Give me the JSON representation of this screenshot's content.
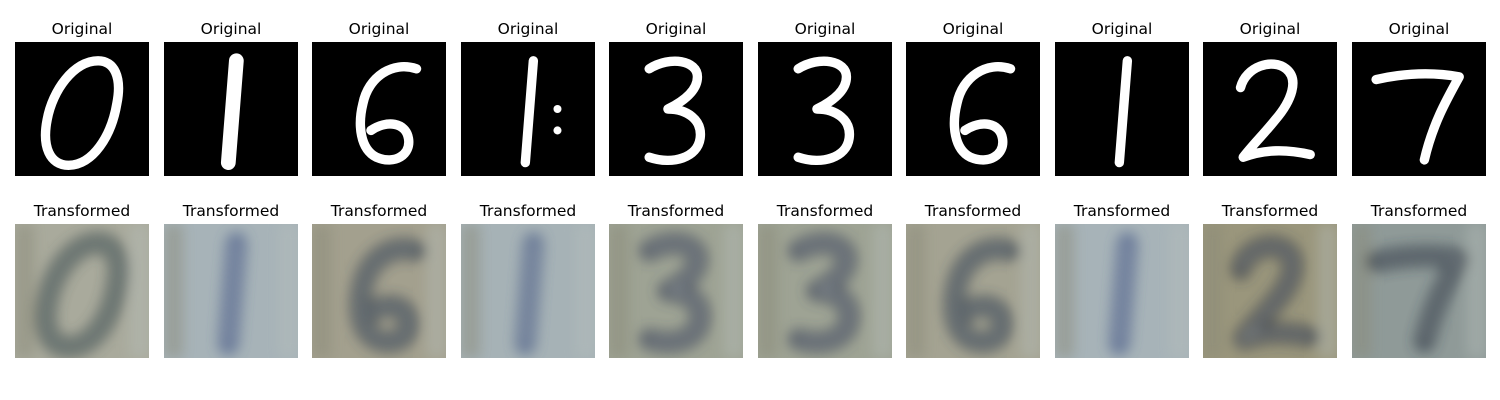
{
  "figure": {
    "rows": [
      {
        "kind": "original",
        "title": "Original",
        "background": "#000000",
        "stroke_color": "#ffffff",
        "images": [
          {
            "digit": "0",
            "icon": "digit-zero-mnist"
          },
          {
            "digit": "1",
            "icon": "digit-one-mnist"
          },
          {
            "digit": "6",
            "icon": "digit-six-mnist"
          },
          {
            "digit": "1",
            "icon": "digit-one-mnist"
          },
          {
            "digit": "3",
            "icon": "digit-three-mnist"
          },
          {
            "digit": "3",
            "icon": "digit-three-mnist"
          },
          {
            "digit": "6",
            "icon": "digit-six-mnist"
          },
          {
            "digit": "1",
            "icon": "digit-one-mnist"
          },
          {
            "digit": "2",
            "icon": "digit-two-mnist"
          },
          {
            "digit": "7",
            "icon": "digit-seven-mnist"
          }
        ]
      },
      {
        "kind": "transformed",
        "title": "Transformed",
        "images": [
          {
            "background": "#a9aa9c",
            "stroke_color": "#3b4a4a",
            "icon": "blurred-digit"
          },
          {
            "background": "#a7b3b8",
            "stroke_color": "#4a5d8a",
            "icon": "blurred-digit"
          },
          {
            "background": "#a3a08e",
            "stroke_color": "#2f3a4a",
            "icon": "blurred-digit"
          },
          {
            "background": "#a6b2b6",
            "stroke_color": "#4d6088",
            "icon": "blurred-digit"
          },
          {
            "background": "#9ea394",
            "stroke_color": "#3a4256",
            "icon": "blurred-digit"
          },
          {
            "background": "#9ea394",
            "stroke_color": "#3a4256",
            "icon": "blurred-digit"
          },
          {
            "background": "#a4a392",
            "stroke_color": "#2f3a4a",
            "icon": "blurred-digit"
          },
          {
            "background": "#a7b3b8",
            "stroke_color": "#4a5d8a",
            "icon": "blurred-digit"
          },
          {
            "background": "#9a967c",
            "stroke_color": "#2e3442",
            "icon": "blurred-digit"
          },
          {
            "background": "#8f9a98",
            "stroke_color": "#263040",
            "icon": "blurred-digit"
          }
        ]
      }
    ]
  }
}
